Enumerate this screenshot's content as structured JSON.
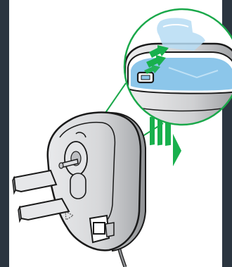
{
  "colors": {
    "background": "#2b3540",
    "canvas": "#ffffff",
    "accent_green": "#1aa84a",
    "arrow_green": "#18b04d",
    "water_blue": "#8cc6ea",
    "outline": "#1a1a1a",
    "body_gray": "#d9dadc"
  },
  "diagram": {
    "parts": [
      "charger-body",
      "power-plug-prongs",
      "cable",
      "insertion-arrows",
      "magnified-detail-circle",
      "reservoir-lid",
      "water-level"
    ]
  }
}
